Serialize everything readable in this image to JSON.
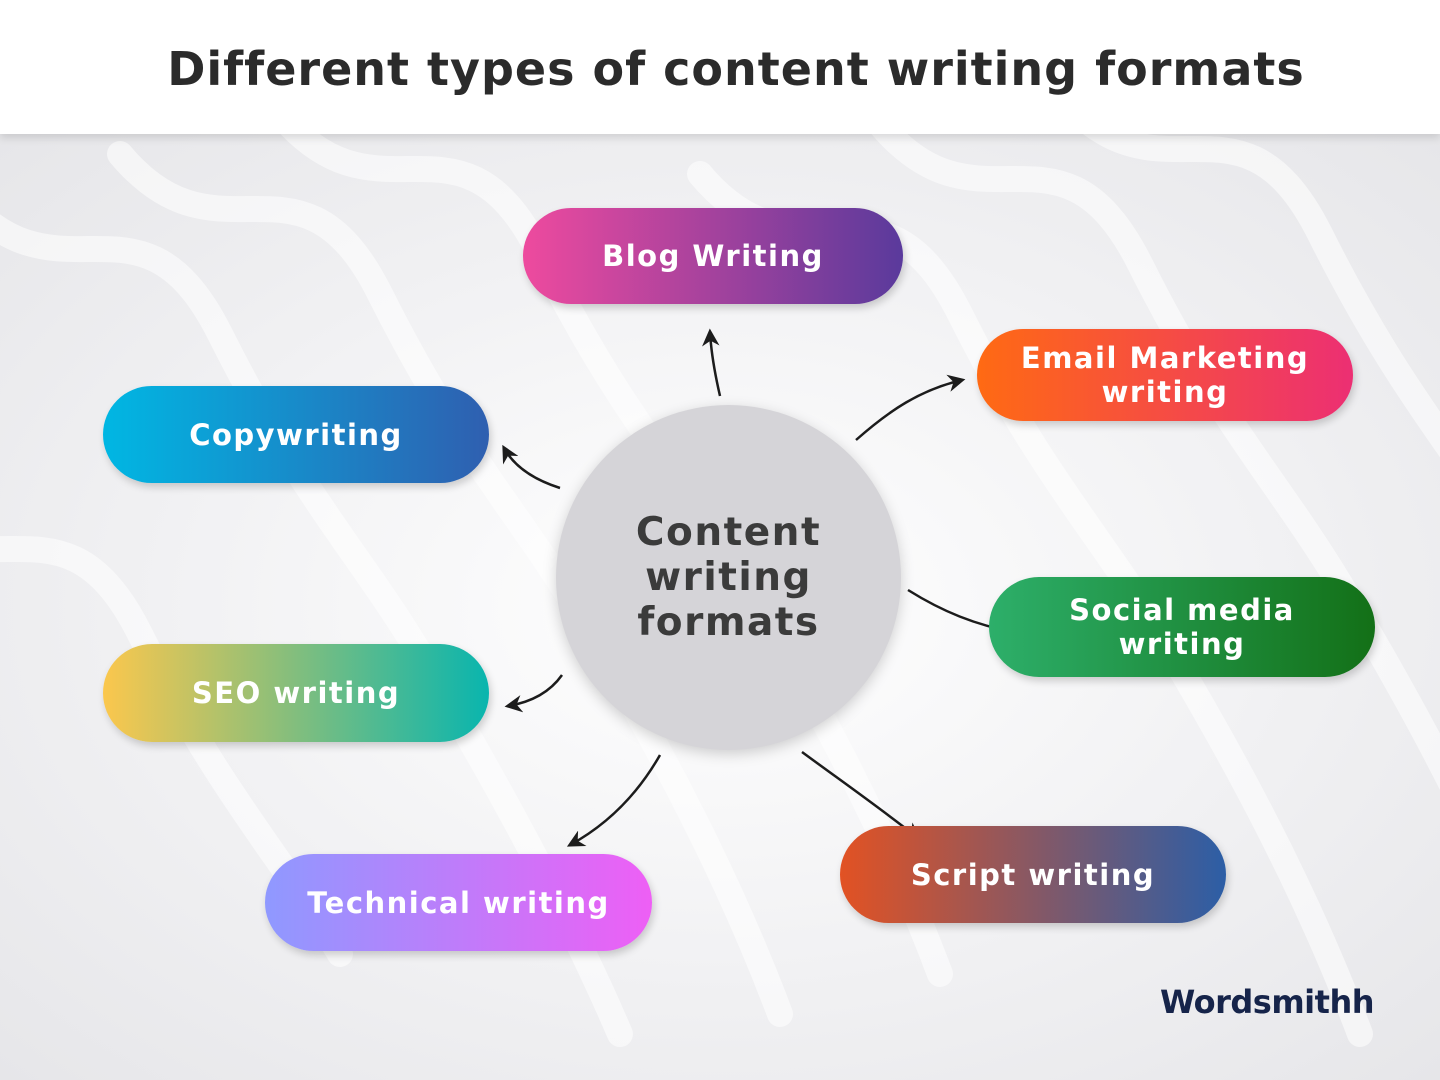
{
  "title": "Different types of content writing formats",
  "center_label": "Content\nwriting\nformats",
  "nodes": {
    "blog": "Blog Writing",
    "email": "Email Marketing\nwriting",
    "copy": "Copywriting",
    "social": "Social media\nwriting",
    "seo": "SEO writing",
    "technical": "Technical writing",
    "script": "Script writing"
  },
  "logo": "Wordsmithh",
  "colors": {
    "blog": [
      "#ee4a9e",
      "#5a3a9c"
    ],
    "email": [
      "#ff6a13",
      "#ec2f73"
    ],
    "copy": [
      "#00b7e3",
      "#2f5fb0"
    ],
    "social": [
      "#2daf6a",
      "#137017"
    ],
    "seo": [
      "#fbc74d",
      "#09b5ae"
    ],
    "technical": [
      "#8f99ff",
      "#ee5ff5"
    ],
    "script": [
      "#e25223",
      "#2c5ea6"
    ],
    "center": "#d5d4d8",
    "logo": "#16244a"
  }
}
